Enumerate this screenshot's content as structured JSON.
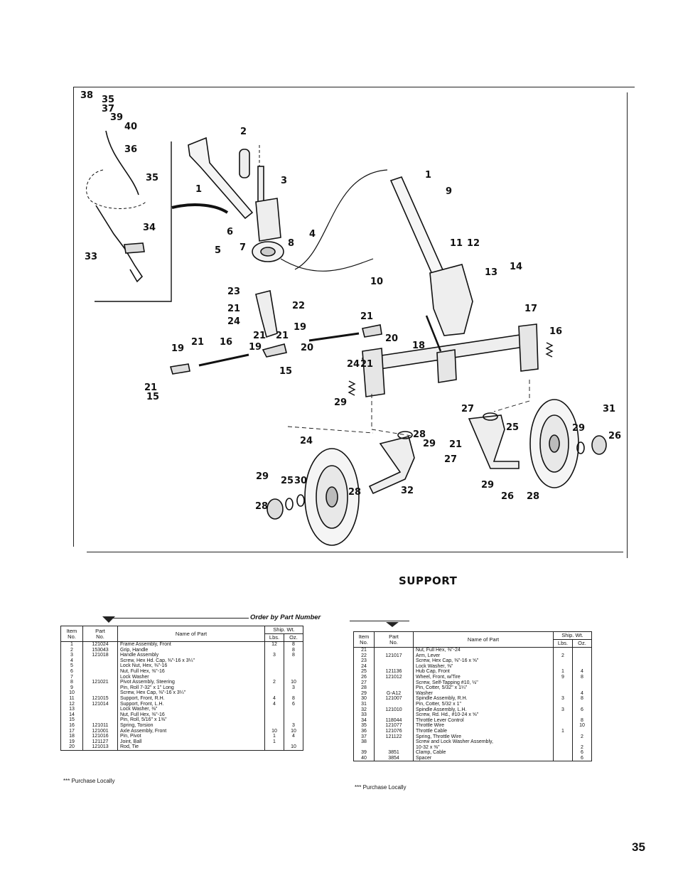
{
  "diagram": {
    "callouts": [
      "38",
      "35",
      "37",
      "39",
      "40",
      "36",
      "35",
      "34",
      "33",
      "2",
      "3",
      "1",
      "1",
      "9",
      "6",
      "4",
      "8",
      "5",
      "7",
      "11",
      "12",
      "14",
      "13",
      "10",
      "23",
      "22",
      "21",
      "24",
      "21",
      "19",
      "20",
      "21",
      "17",
      "21",
      "16",
      "19",
      "21",
      "20",
      "18",
      "19",
      "21",
      "16",
      "15",
      "24",
      "21",
      "15",
      "29",
      "27",
      "31",
      "25",
      "29",
      "26",
      "24",
      "21",
      "29",
      "27",
      "28",
      "29",
      "25",
      "30",
      "28",
      "32",
      "28",
      "29",
      "26",
      "28"
    ]
  },
  "title": "SUPPORT",
  "order_note": "Order by Part Number",
  "left_table": {
    "headers": {
      "item": [
        "Item",
        "No."
      ],
      "part": [
        "Part",
        "No."
      ],
      "name": "Name of Part",
      "ship": "Ship. Wt.",
      "lbs": "Lbs.",
      "oz": "Oz."
    },
    "rows": [
      {
        "item": "1",
        "part": "121024",
        "name": "Frame Assembly, Front",
        "lbs": "12",
        "oz": "8"
      },
      {
        "item": "2",
        "part": "153043",
        "name": "Grip, Handle",
        "lbs": "",
        "oz": "8"
      },
      {
        "item": "3",
        "part": "121018",
        "name": "Handle Assembly",
        "lbs": "3",
        "oz": "8"
      },
      {
        "item": "4",
        "part": "",
        "name": "Screw, Hex Hd. Cap, ⅜\"-16 x 3¼\"",
        "lbs": "",
        "oz": ""
      },
      {
        "item": "5",
        "part": "",
        "name": "Lock Nut, Hex, ⅜\"-16",
        "lbs": "",
        "oz": ""
      },
      {
        "item": "6",
        "part": "",
        "name": "Nut, Full Hex, ⅜\"-16",
        "lbs": "",
        "oz": ""
      },
      {
        "item": "7",
        "part": "",
        "name": "Lock Washer",
        "lbs": "",
        "oz": ""
      },
      {
        "item": "8",
        "part": "121021",
        "name": "Pivot Assembly, Steering",
        "lbs": "2",
        "oz": "10"
      },
      {
        "item": "9",
        "part": "",
        "name": "Pin, Roll 7-32\" x 1\" Long",
        "lbs": "",
        "oz": "3"
      },
      {
        "item": "10",
        "part": "",
        "name": "Screw, Hex Cap, ⅜\"-16 x 3¼\"",
        "lbs": "",
        "oz": ""
      },
      {
        "item": "11",
        "part": "121015",
        "name": "Support, Front, R.H.",
        "lbs": "4",
        "oz": "8"
      },
      {
        "item": "12",
        "part": "121014",
        "name": "Support, Front, L.H.",
        "lbs": "4",
        "oz": "6"
      },
      {
        "item": "13",
        "part": "",
        "name": "Lock Washer, ⅜\"",
        "lbs": "",
        "oz": ""
      },
      {
        "item": "14",
        "part": "",
        "name": "Nut, Full Hex, ⅜\"-16",
        "lbs": "",
        "oz": ""
      },
      {
        "item": "15",
        "part": "",
        "name": "Pin, Roll, 5/16\" x 1⅜\"",
        "lbs": "",
        "oz": ""
      },
      {
        "item": "16",
        "part": "121011",
        "name": "Spring, Torsion",
        "lbs": "",
        "oz": "3"
      },
      {
        "item": "17",
        "part": "121001",
        "name": "Axle Assembly, Front",
        "lbs": "10",
        "oz": "10"
      },
      {
        "item": "18",
        "part": "121016",
        "name": "Pin, Pivot",
        "lbs": "1",
        "oz": "4"
      },
      {
        "item": "19",
        "part": "121127",
        "name": "Joint, Ball",
        "lbs": "1",
        "oz": ""
      },
      {
        "item": "20",
        "part": "121013",
        "name": "Rod, Tie",
        "lbs": "",
        "oz": "10"
      }
    ],
    "footnote": "*** Purchase Locally"
  },
  "right_table": {
    "headers": {
      "item": [
        "Item",
        "No."
      ],
      "part": [
        "Part",
        "No."
      ],
      "name": "Name of Part",
      "ship": "Ship. Wt.",
      "lbs": "Lbs.",
      "oz": "Oz."
    },
    "rows": [
      {
        "item": "21",
        "part": "",
        "name": "Nut, Full Hex, ⅜\"-24",
        "lbs": "",
        "oz": ""
      },
      {
        "item": "22",
        "part": "121017",
        "name": "Arm, Lever",
        "lbs": "2",
        "oz": ""
      },
      {
        "item": "23",
        "part": "",
        "name": "Screw, Hex Cap, ⅜\"-16 x ⅝\"",
        "lbs": "",
        "oz": ""
      },
      {
        "item": "24",
        "part": "",
        "name": "Lock Washer, ⅜\"",
        "lbs": "",
        "oz": ""
      },
      {
        "item": "25",
        "part": "121136",
        "name": "Hub Cap, Front",
        "lbs": "1",
        "oz": "4"
      },
      {
        "item": "26",
        "part": "121012",
        "name": "Wheel, Front, w/Tire",
        "lbs": "9",
        "oz": "8"
      },
      {
        "item": "27",
        "part": "",
        "name": "Screw, Self-Tapping #10, ½\"",
        "lbs": "",
        "oz": ""
      },
      {
        "item": "28",
        "part": "",
        "name": "Pin, Cotter, 5/32\" x 1¼\"",
        "lbs": "",
        "oz": ""
      },
      {
        "item": "29",
        "part": "G-A12",
        "name": "Washer",
        "lbs": "",
        "oz": "4"
      },
      {
        "item": "30",
        "part": "121007",
        "name": "Spindle Assembly, R.H.",
        "lbs": "3",
        "oz": "8"
      },
      {
        "item": "31",
        "part": "",
        "name": "Pin, Cotter, 5/32 x 1\"",
        "lbs": "",
        "oz": ""
      },
      {
        "item": "32",
        "part": "121010",
        "name": "Spindle Assembly, L.H.",
        "lbs": "3",
        "oz": "6"
      },
      {
        "item": "33",
        "part": "",
        "name": "Screw, Rd. Hd., #10-24 x ⅝\"",
        "lbs": "",
        "oz": ""
      },
      {
        "item": "34",
        "part": "118044",
        "name": "Throttle Lever Control",
        "lbs": "",
        "oz": "8"
      },
      {
        "item": "35",
        "part": "121077",
        "name": "Throttle Wire",
        "lbs": "",
        "oz": "10"
      },
      {
        "item": "36",
        "part": "121076",
        "name": "Throttle Cable",
        "lbs": "1",
        "oz": ""
      },
      {
        "item": "37",
        "part": "121122",
        "name": "Spring, Throttle Wire",
        "lbs": "",
        "oz": "2"
      },
      {
        "item": "38",
        "part": "",
        "name": "Screw and Lock Washer Assembly,",
        "lbs": "",
        "oz": ""
      },
      {
        "item": "",
        "part": "",
        "name": "10-32 x ⅜\"",
        "lbs": "",
        "oz": "2"
      },
      {
        "item": "39",
        "part": "3851",
        "name": "Clamp, Cable",
        "lbs": "",
        "oz": "6"
      },
      {
        "item": "40",
        "part": "3854",
        "name": "Spacer",
        "lbs": "",
        "oz": "6"
      }
    ],
    "footnote": "*** Purchase Locally"
  },
  "page_number": "35"
}
